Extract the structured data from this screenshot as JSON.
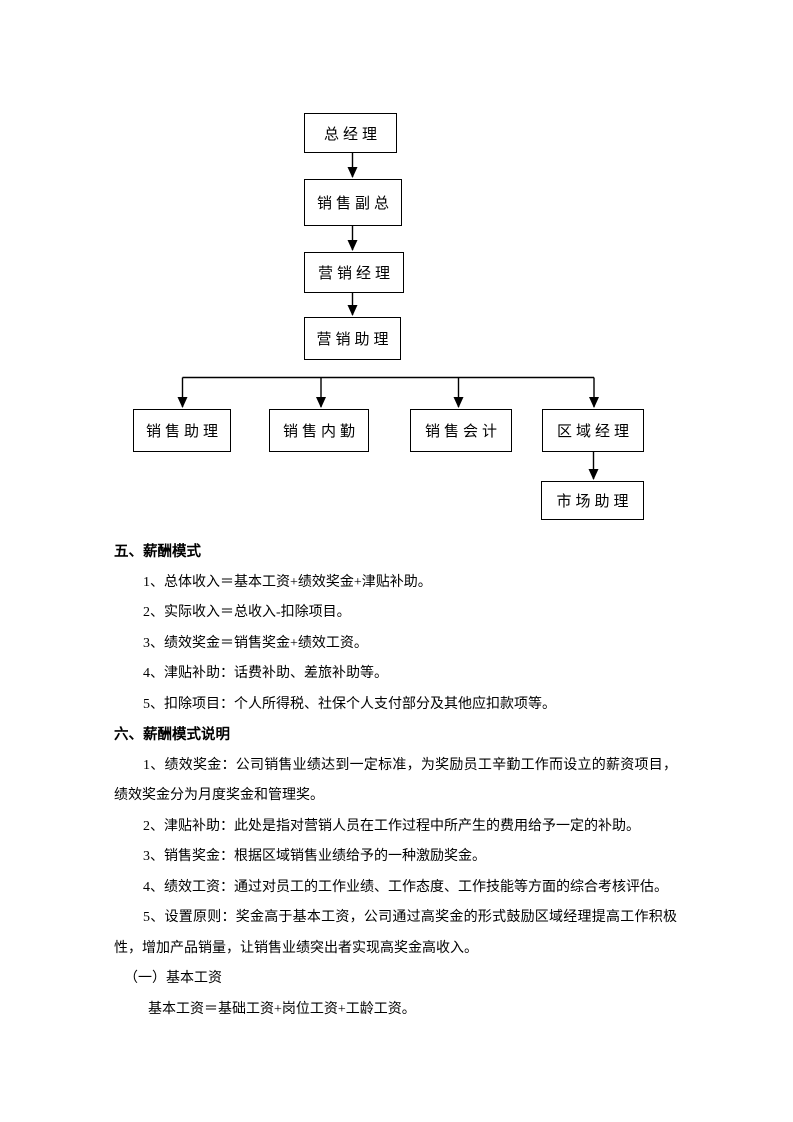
{
  "document": {
    "background": "#ffffff",
    "text_color": "#000000",
    "line_color": "#000000"
  },
  "org_chart": {
    "nodes": [
      {
        "label": "总经理"
      },
      {
        "label": "销售副总"
      },
      {
        "label": "营销经理"
      },
      {
        "label": "营销助理"
      },
      {
        "label": "销售助理"
      },
      {
        "label": "销售内勤"
      },
      {
        "label": "销售会计"
      },
      {
        "label": "区域经理"
      },
      {
        "label": "市场助理"
      }
    ],
    "edges": [
      {
        "from": "总经理",
        "to": "销售副总"
      },
      {
        "from": "销售副总",
        "to": "营销经理"
      },
      {
        "from": "营销经理",
        "to": "营销助理"
      },
      {
        "from": "分支横线",
        "to": "销售助理"
      },
      {
        "from": "分支横线",
        "to": "销售内勤"
      },
      {
        "from": "分支横线",
        "to": "销售会计"
      },
      {
        "from": "分支横线",
        "to": "区域经理"
      },
      {
        "from": "区域经理",
        "to": "市场助理"
      }
    ]
  },
  "content": {
    "section5": {
      "heading": "五、薪酬模式",
      "items": [
        "1、总体收入＝基本工资+绩效奖金+津贴补助。",
        "2、实际收入＝总收入-扣除项目。",
        "3、绩效奖金＝销售奖金+绩效工资。",
        "4、津贴补助：话费补助、差旅补助等。",
        "5、扣除项目：个人所得税、社保个人支付部分及其他应扣款项等。"
      ]
    },
    "section6": {
      "heading": "六、薪酬模式说明",
      "items": [
        "1、绩效奖金：公司销售业绩达到一定标准，为奖励员工辛勤工作而设立的薪资项目，绩效奖金分为月度奖金和管理奖。",
        "2、津贴补助：此处是指对营销人员在工作过程中所产生的费用给予一定的补助。",
        "3、销售奖金：根据区域销售业绩给予的一种激励奖金。",
        "4、绩效工资：通过对员工的工作业绩、工作态度、工作技能等方面的综合考核评估。",
        "5、设置原则：奖金高于基本工资，公司通过高奖金的形式鼓励区域经理提高工作积极性，增加产品销量，让销售业绩突出者实现高奖金高收入。"
      ]
    },
    "basic_wage": {
      "heading": "（一）基本工资",
      "formula": "基本工资＝基础工资+岗位工资+工龄工资。"
    }
  }
}
